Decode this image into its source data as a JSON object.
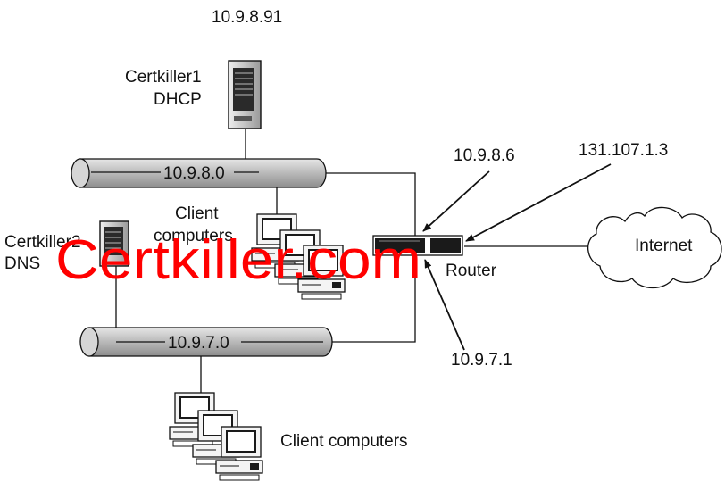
{
  "server1": {
    "ip": "10.9.8.91",
    "name": "Certkiller1",
    "role": "DHCP"
  },
  "server2": {
    "name": "Certkiller2",
    "role": "DNS"
  },
  "segment_upper": {
    "network": "10.9.8.0"
  },
  "segment_lower": {
    "network": "10.9.7.0"
  },
  "clients_upper": {
    "label_line1": "Client",
    "label_line2": "computers"
  },
  "clients_lower": {
    "label": "Client computers"
  },
  "router": {
    "label": "Router",
    "ip_upper": "10.9.8.6",
    "ip_external": "131.107.1.3",
    "ip_lower": "10.9.7.1"
  },
  "internet": {
    "label": "Internet"
  },
  "watermark": {
    "text": "Certkiller.com"
  },
  "colors": {
    "watermark": "#ff0000",
    "line": "#111111",
    "pipe_fill": "#c8c8c8",
    "screen": "#1a1a1a"
  }
}
